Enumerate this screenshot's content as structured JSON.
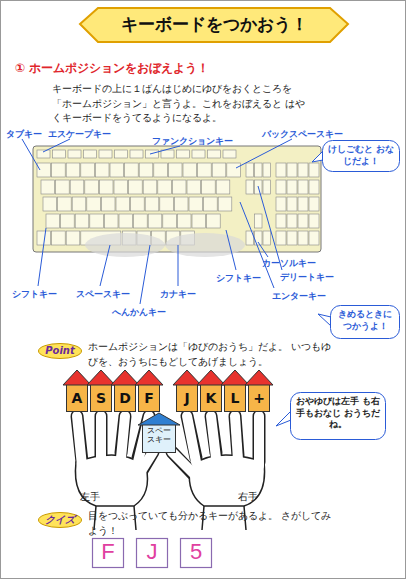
{
  "diagram": {
    "title": "キーボードをつかおう！",
    "nodes": [
      {
        "text": [
          "けしごむと おなじだよ！"
        ]
      },
      {
        "text": [
          "きめるときに つかうよ！"
        ]
      },
      {
        "text": [
          "Point"
        ]
      },
      {
        "text": [
          "A"
        ]
      },
      {
        "text": [
          "S"
        ]
      },
      {
        "text": [
          "D"
        ]
      },
      {
        "text": [
          "F"
        ]
      },
      {
        "text": [
          "J"
        ]
      },
      {
        "text": [
          "K"
        ]
      },
      {
        "text": [
          "L"
        ]
      },
      {
        "text": [
          "+"
        ]
      },
      {
        "text": [
          "スペースキー"
        ]
      },
      {
        "text": [
          "おやゆびは左手 も右手もおなじ おうちだね。"
        ]
      },
      {
        "text": [
          "クイズ"
        ]
      },
      {
        "text": [
          "F"
        ]
      },
      {
        "text": [
          "J"
        ]
      },
      {
        "text": [
          "5"
        ]
      }
    ],
    "labels": [
      "① ホームポジションをおぼえよう！",
      "キーボードの上に１ばんはじめにゆびをおくところを 「ホームポジション」と言うよ。これをおぼえると はやくキーボードをうてるようになるよ。",
      "タブキー",
      "エスケープキー",
      "ファンクションキー",
      "バックスペースキー",
      "シフトキー",
      "スペースキー",
      "へんかんキー",
      "カナキー",
      "シフトキー",
      "カーソルキー",
      "デリートキー",
      "エンターキー",
      "ホームポジションは「ゆびのおうち」だよ。 いつもゆびを、おうちにもどしてあげましょう。",
      "左手",
      "右手",
      "目をつぶっていても分かるキーがあるよ。 さがしてみよう！"
    ]
  }
}
